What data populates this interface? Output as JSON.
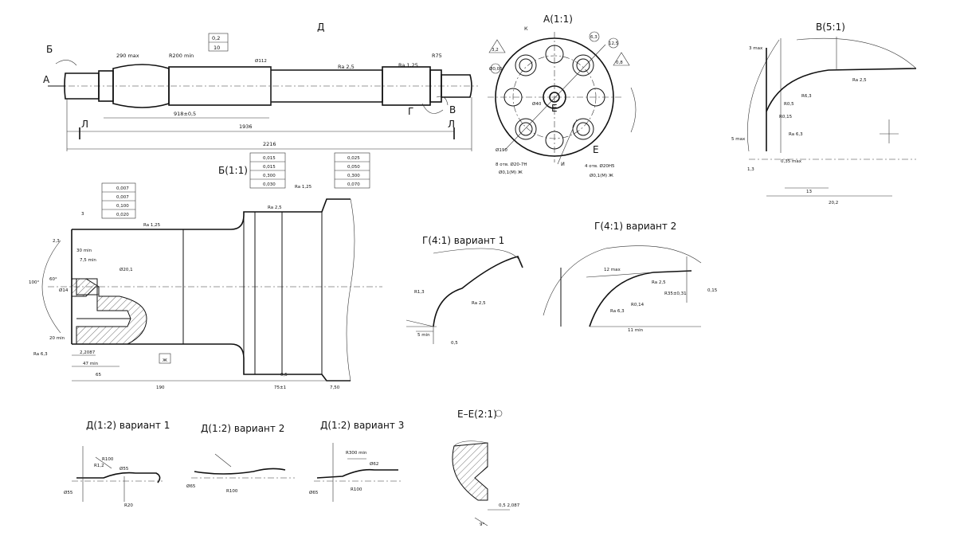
{
  "views": {
    "main": {
      "marks": [
        "Б",
        "Д",
        "А",
        "Г",
        "В",
        "Л",
        "Л"
      ],
      "dims": [
        "2216",
        "1936",
        "918±0,5",
        "290 max",
        "R200 min",
        "0,2",
        "10",
        "Ra 2,5",
        "Ra 1,25",
        "R75",
        "Ø112"
      ]
    },
    "a_view": {
      "title": "А(1:1)",
      "marks": [
        "К",
        "Е",
        "Е",
        "И",
        "Ж"
      ],
      "labels": [
        "8 отв. Ø20-7Н",
        "4 отв. Ø20Н5",
        "Ø0,1(М) Ж",
        "Ø0,1(М) Ж",
        "Ø190",
        "Ø40"
      ],
      "dims": [
        "3,2",
        "0,8",
        "6,3",
        "12,5",
        "Ø0,05"
      ]
    },
    "b_view": {
      "title": "Б(1:1)",
      "tol_left": [
        "0,007",
        "0,007",
        "0,100",
        "0,020"
      ],
      "tol_mid": [
        "0,015",
        "0,015",
        "0,300",
        "0,030"
      ],
      "tol_right": [
        "0,025",
        "0,050",
        "0,300",
        "0,070"
      ],
      "dims": [
        "3",
        "2,3",
        "30 min",
        "7,5 min",
        "100°",
        "60°",
        "Ø14",
        "Ø20,1",
        "20 min",
        "2,2087",
        "47 min",
        "65",
        "190",
        "75±1",
        "7,50",
        "0,5",
        "Ra 6,3",
        "Ra 1,25",
        "Ra 1,25",
        "Ra 2,5"
      ],
      "ref": "Ж"
    },
    "v_view": {
      "title": "В(5:1)",
      "dims": [
        "3 max",
        "Ra 2,5",
        "R6,3",
        "R0,5",
        "R0,15",
        "Ra 6,3",
        "0,35 max",
        "5 max",
        "1,3",
        "13",
        "20,2"
      ]
    },
    "g1": {
      "title": "Г(4:1) вариант 1",
      "dims": [
        "R1,3",
        "Ra 2,5",
        "5 min",
        "0,5"
      ]
    },
    "g2": {
      "title": "Г(4:1) вариант 2",
      "dims": [
        "12 max",
        "Ra 2,5",
        "R35±0,31",
        "R0,14",
        "Ra 6,3",
        "11 min",
        "0,15"
      ]
    },
    "d1": {
      "title": "Д(1:2) вариант 1",
      "dims": [
        "Ø55",
        "R100",
        "R1,2",
        "Ø55",
        "R20"
      ]
    },
    "d2": {
      "title": "Д(1:2) вариант 2",
      "dims": [
        "Ø65",
        "R100"
      ]
    },
    "d3": {
      "title": "Д(1:2) вариант 3",
      "dims": [
        "R300 min",
        "Ø62",
        "Ø65",
        "R100"
      ]
    },
    "ee": {
      "title": "Е–Е(2:1)",
      "dims": [
        "0,5 2,087",
        "9°"
      ]
    }
  },
  "icons": {
    "rotate": "rotate-icon"
  }
}
